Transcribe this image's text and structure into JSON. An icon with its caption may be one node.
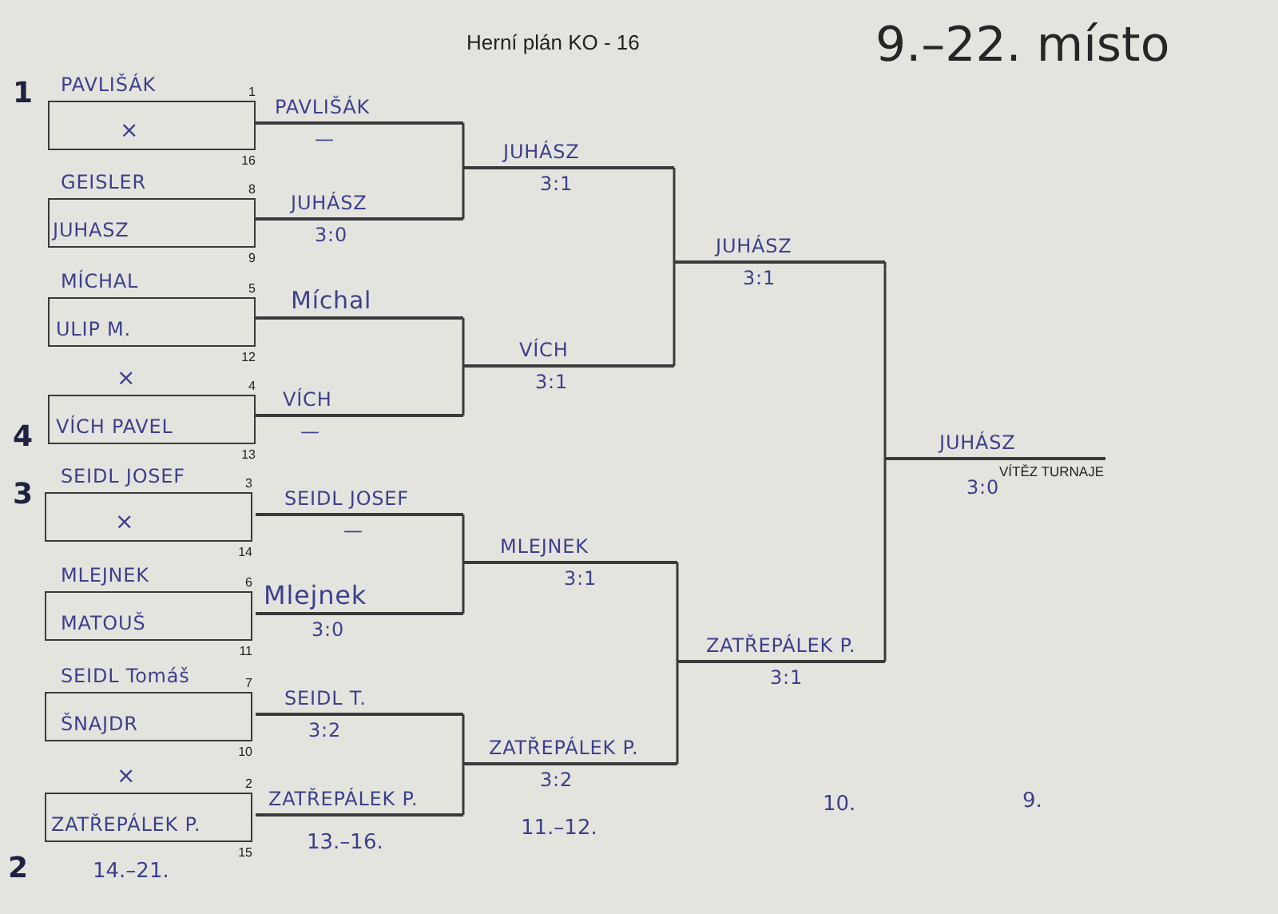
{
  "diagram": {
    "title": "Herní plán KO - 16",
    "nodes": [
      {
        "text": [
          "PAVLIŠÁK",
          "1",
          "×",
          "16"
        ]
      },
      {
        "text": [
          "GEISLER",
          "8",
          "JUHASZ",
          "9"
        ]
      },
      {
        "text": [
          "MÍCHAL",
          "5",
          "ULIP M.",
          "12"
        ]
      },
      {
        "text": [
          "×",
          "4",
          "VÍCH PAVEL",
          "13"
        ]
      },
      {
        "text": [
          "SEIDL JOSEF",
          "3",
          "×",
          "14"
        ]
      },
      {
        "text": [
          "MLEJNEK",
          "6",
          "MATOUŠ",
          "11"
        ]
      },
      {
        "text": [
          "SEIDL Tomáš",
          "7",
          "ŠNAJDR",
          "10"
        ]
      },
      {
        "text": [
          "×",
          "2",
          "ZATŘEPÁLEK P.",
          "15"
        ]
      },
      {
        "text": [
          "PAVLIŠÁK",
          "—"
        ]
      },
      {
        "text": [
          "JUHÁSZ",
          "3:0"
        ]
      },
      {
        "text": [
          "Míchal"
        ]
      },
      {
        "text": [
          "VÍCH",
          "—"
        ]
      },
      {
        "text": [
          "SEIDL JOSEF",
          "—"
        ]
      },
      {
        "text": [
          "Mlejnek",
          "3:0"
        ]
      },
      {
        "text": [
          "SEIDL T.",
          "3:2"
        ]
      },
      {
        "text": [
          "ZATŘEPÁLEK P."
        ]
      },
      {
        "text": [
          "JUHÁSZ",
          "3:1"
        ]
      },
      {
        "text": [
          "VÍCH",
          "3:1"
        ]
      },
      {
        "text": [
          "MLEJNEK",
          "3:1"
        ]
      },
      {
        "text": [
          "ZATŘEPÁLEK P.",
          "3:2"
        ]
      },
      {
        "text": [
          "JUHÁSZ",
          "3:1"
        ]
      },
      {
        "text": [
          "ZATŘEPÁLEK P.",
          "3:1"
        ]
      },
      {
        "text": [
          "JUHÁSZ",
          "VÍTĚZ TURNAJE",
          "3:0"
        ]
      }
    ],
    "edges": [
      {
        "from": 8,
        "to": 16,
        "arrow": "none"
      },
      {
        "from": 9,
        "to": 16,
        "arrow": "none"
      },
      {
        "from": 10,
        "to": 17,
        "arrow": "none"
      },
      {
        "from": 11,
        "to": 17,
        "arrow": "none"
      },
      {
        "from": 12,
        "to": 18,
        "arrow": "none"
      },
      {
        "from": 13,
        "to": 18,
        "arrow": "none"
      },
      {
        "from": 14,
        "to": 19,
        "arrow": "none"
      },
      {
        "from": 15,
        "to": 19,
        "arrow": "none"
      },
      {
        "from": 16,
        "to": 20,
        "arrow": "none"
      },
      {
        "from": 17,
        "to": 20,
        "arrow": "none"
      },
      {
        "from": 18,
        "to": 21,
        "arrow": "none"
      },
      {
        "from": 19,
        "to": 21,
        "arrow": "none"
      },
      {
        "from": 20,
        "to": 22,
        "arrow": "none"
      },
      {
        "from": 21,
        "to": 22,
        "arrow": "none"
      }
    ],
    "labels": [
      "9.–22. místo",
      "1",
      "4",
      "3",
      "2",
      "14.–21.",
      "13.–16.",
      "11.–12.",
      "10.",
      "9."
    ]
  }
}
